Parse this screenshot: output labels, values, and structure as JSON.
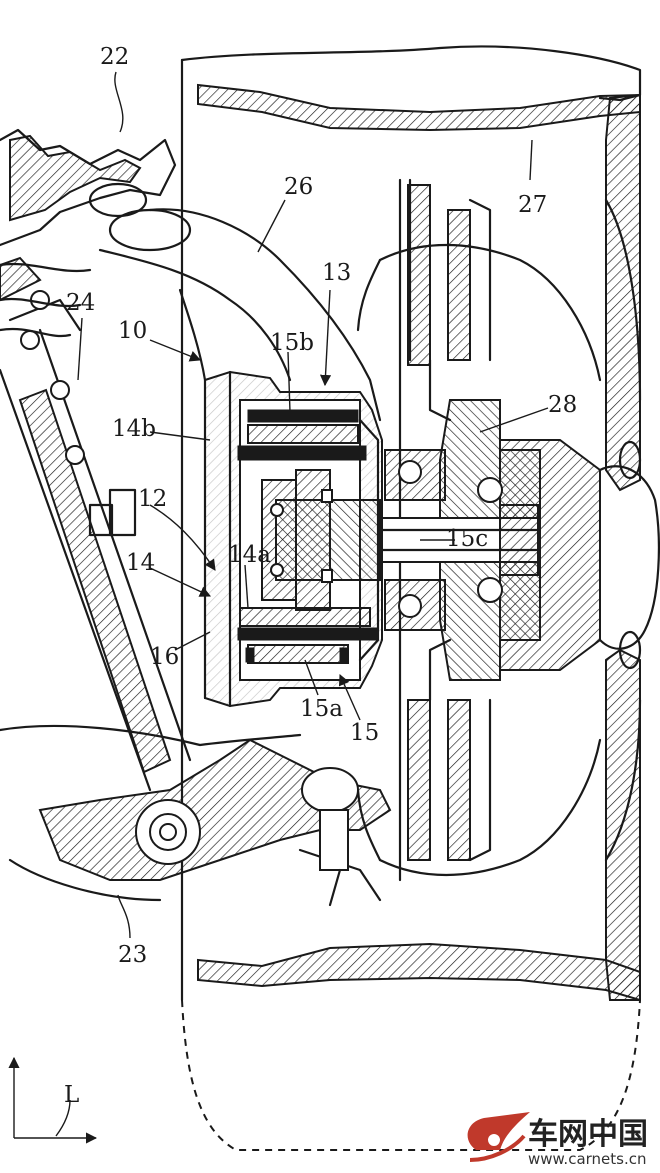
{
  "figure": {
    "labels": {
      "l22": "22",
      "l26": "26",
      "l27": "27",
      "l13": "13",
      "l24": "24",
      "l10": "10",
      "l15b": "15b",
      "l28": "28",
      "l14b": "14b",
      "l12": "12",
      "l15c": "15c",
      "l14": "14",
      "l14a": "14a",
      "l16": "16",
      "l15a": "15a",
      "l15": "15",
      "l23": "23",
      "lL": "L"
    }
  },
  "watermark": {
    "brand_cn": "车网中国",
    "url": "www.carnets.cn"
  },
  "colors": {
    "ink": "#1a1a1a",
    "logo_red": "#c0392b"
  }
}
